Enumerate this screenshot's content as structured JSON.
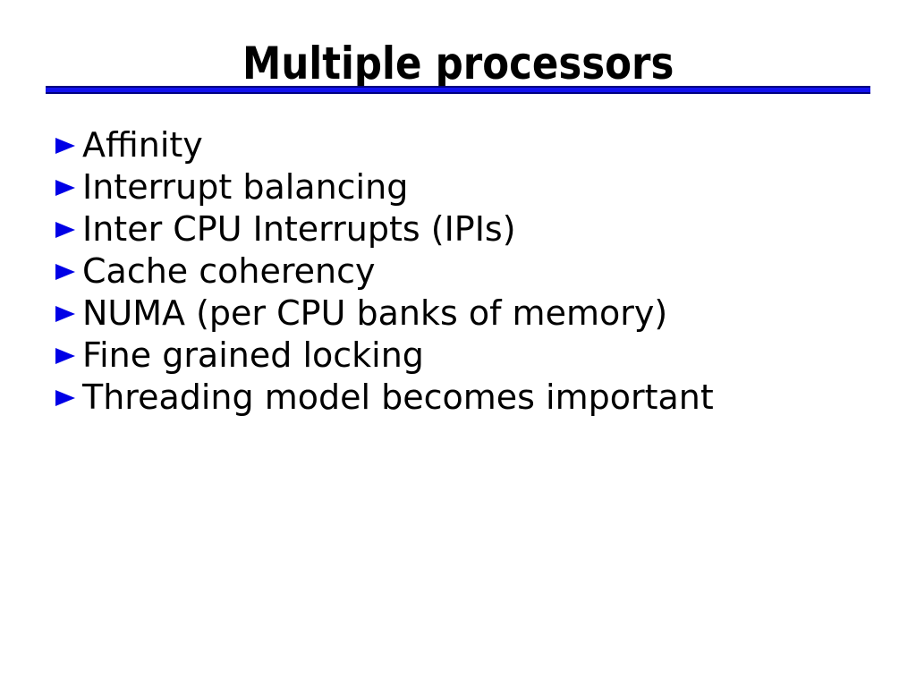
{
  "slide": {
    "title": "Multiple processors",
    "bullets": [
      "Affinity",
      "Interrupt balancing",
      "Inter CPU Interrupts (IPIs)",
      "Cache coherency",
      "NUMA (per CPU banks of memory)",
      "Fine grained locking",
      "Threading model becomes important"
    ],
    "colors": {
      "background": "#ffffff",
      "text": "#000000",
      "bullet_blue": "#0000e6",
      "rule_blue": "#1212ee",
      "rule_edge": "#000080"
    }
  }
}
